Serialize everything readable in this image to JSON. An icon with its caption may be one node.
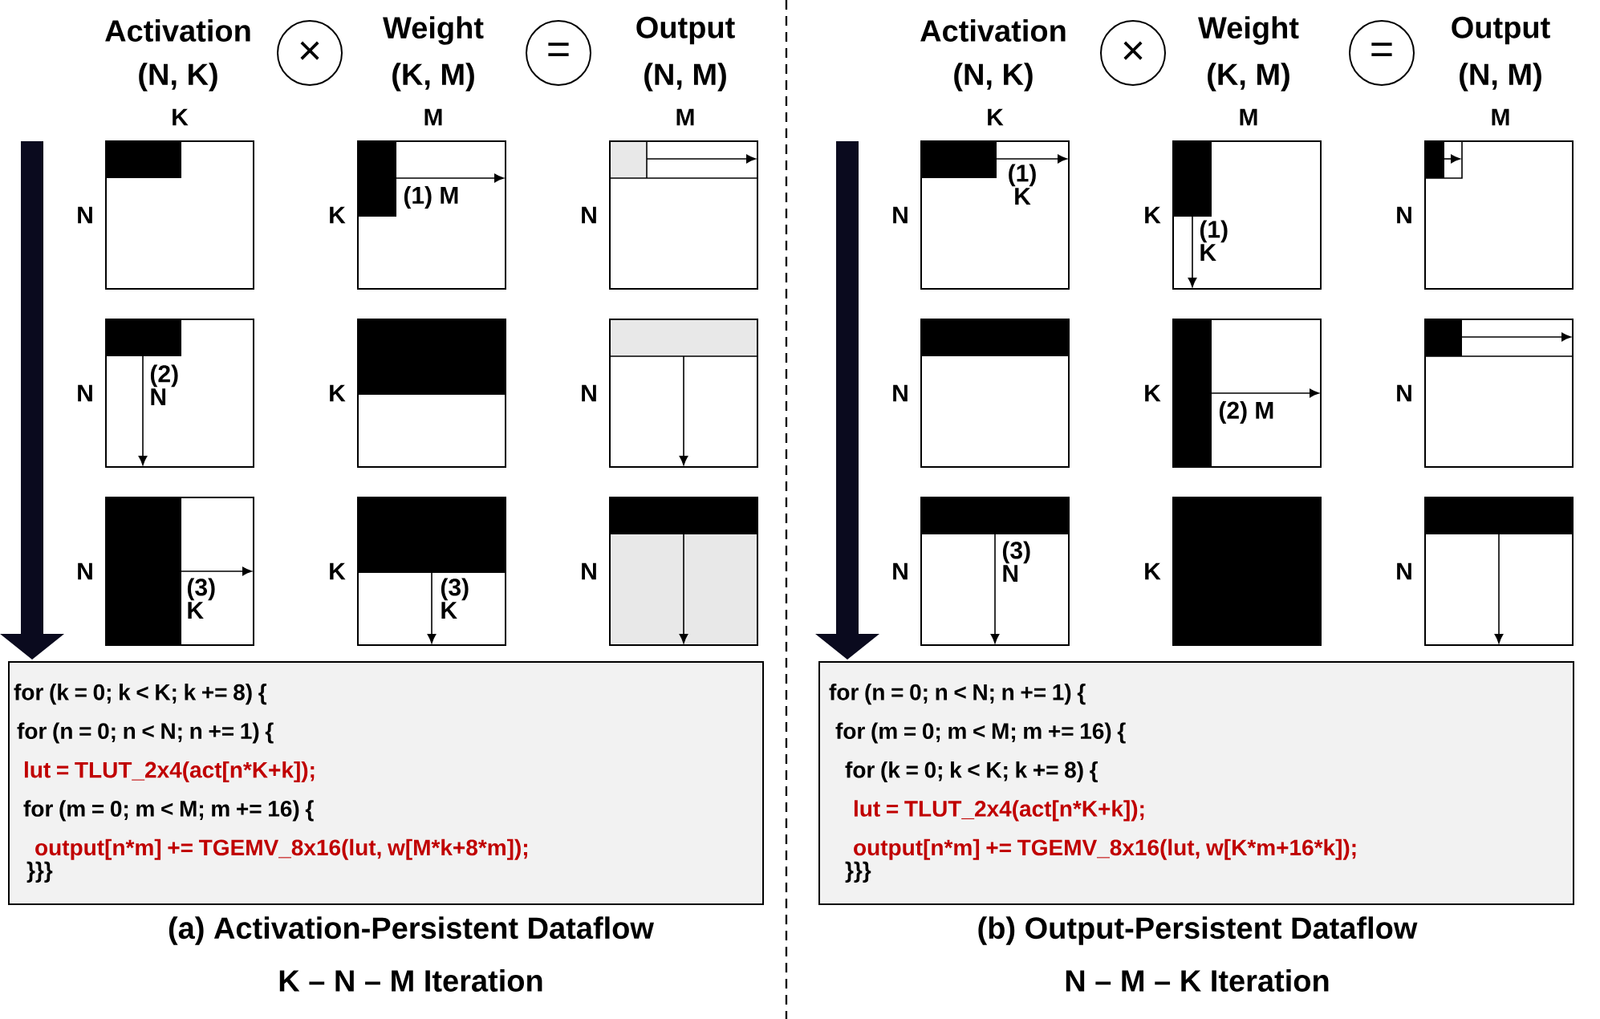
{
  "diagram": {
    "nodes": [
      {
        "text": [
          "×"
        ]
      },
      {
        "text": [
          "="
        ]
      },
      {
        "text": [
          "for (k = 0; k < K; k += 8) {",
          "for (n = 0; n < N; n += 1) {",
          "lut = TLUT_2x4(act[n*K+k]);",
          "for (m = 0; m < M; m += 16) {",
          "output[n*m] += TGEMV_8x16(lut, w[M*k+8*m]);",
          "}}}"
        ]
      },
      {
        "text": [
          "×"
        ]
      },
      {
        "text": [
          "="
        ]
      },
      {
        "text": [
          "for (n = 0; n < N; n += 1) {",
          "for (m = 0; m < M; m += 16) {",
          "for (k = 0; k < K; k += 8) {",
          "lut = TLUT_2x4(act[n*K+k]);",
          "output[n*m] += TGEMV_8x16(lut, w[K*m+16*k]);",
          "}}}"
        ]
      }
    ],
    "labels": [
      "Activation",
      "(N, K)",
      "Weight",
      "(K, M)",
      "Output",
      "(N, M)",
      "K",
      "M",
      "M",
      "N",
      "K",
      "N",
      "(1) M",
      "N",
      "K",
      "N",
      "(2) N",
      "N",
      "K",
      "N",
      "(3) K",
      "(3) K",
      "(a) Activation-Persistent Dataflow",
      "K – N – M Iteration",
      "Activation",
      "(N, K)",
      "Weight",
      "(K, M)",
      "Output",
      "(N, M)",
      "K",
      "M",
      "M",
      "N",
      "K",
      "N",
      "(1) K",
      "(1) K",
      "N",
      "K",
      "N",
      "(2) M",
      "N",
      "K",
      "N",
      "(3) N",
      "(b) Output-Persistent Dataflow",
      "N – M – K Iteration"
    ]
  }
}
